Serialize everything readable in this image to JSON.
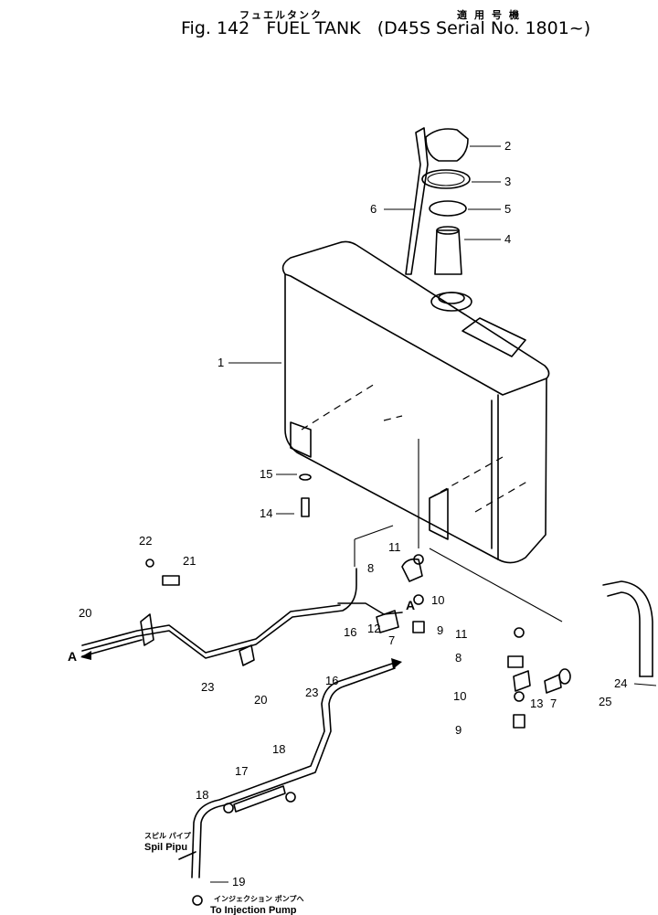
{
  "title": {
    "japanese_name": "フュエルタンク",
    "japanese_applicability": "適用号機",
    "main": "Fig. 142   FUEL TANK   (D45S Serial No. 1801~)"
  },
  "callouts": [
    "2",
    "3",
    "5",
    "4",
    "6",
    "1",
    "15",
    "14",
    "22",
    "21",
    "20",
    "11",
    "8",
    "10",
    "12",
    "7",
    "9",
    "16",
    "23",
    "20",
    "11",
    "8",
    "7",
    "13",
    "25",
    "10",
    "9",
    "24",
    "16",
    "23",
    "18",
    "17",
    "18",
    "19"
  ],
  "match_marks": [
    "A",
    "A"
  ],
  "labels": {
    "spill_pipe_jp": "スピル パイプ",
    "spill_pipe": "Spil Pipu",
    "injection_pump_jp": "インジェクション ポンプへ",
    "injection_pump": "To Injection Pump"
  }
}
